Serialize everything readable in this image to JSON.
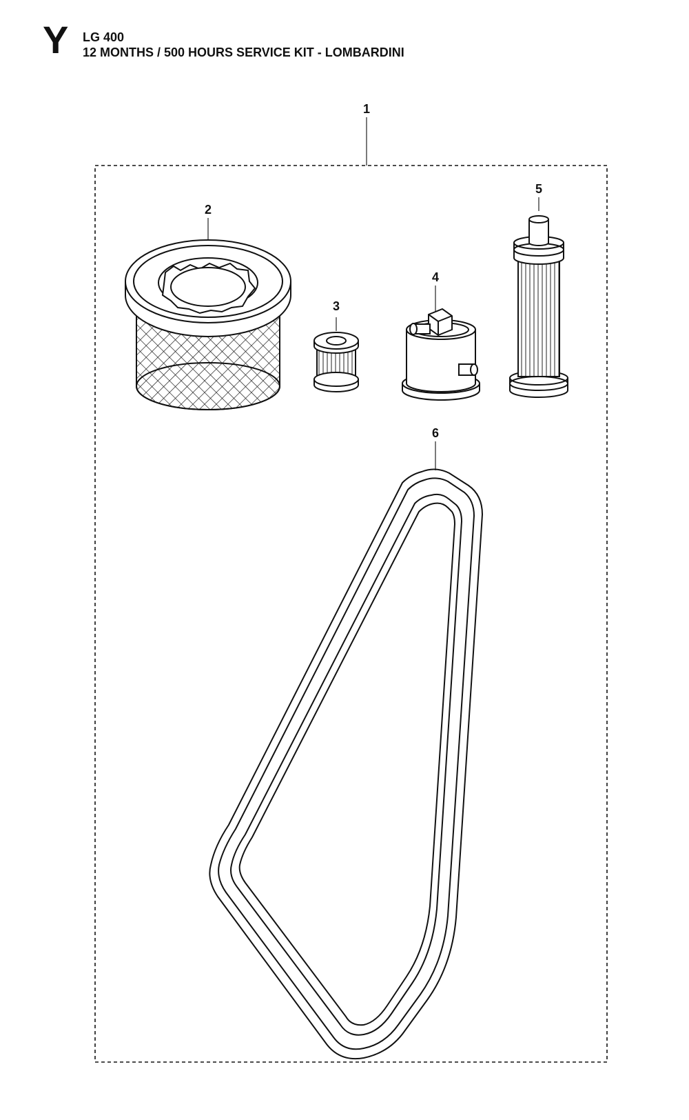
{
  "header": {
    "section_letter": "Y",
    "model": "LG 400",
    "title": "12 MONTHS / 500 HOURS SERVICE KIT - LOMBARDINI"
  },
  "callouts": {
    "kit": "1",
    "air_filter": "2",
    "fuel_filter": "3",
    "oil_filter_housing": "4",
    "hydraulic_filter": "5",
    "belt": "6"
  }
}
